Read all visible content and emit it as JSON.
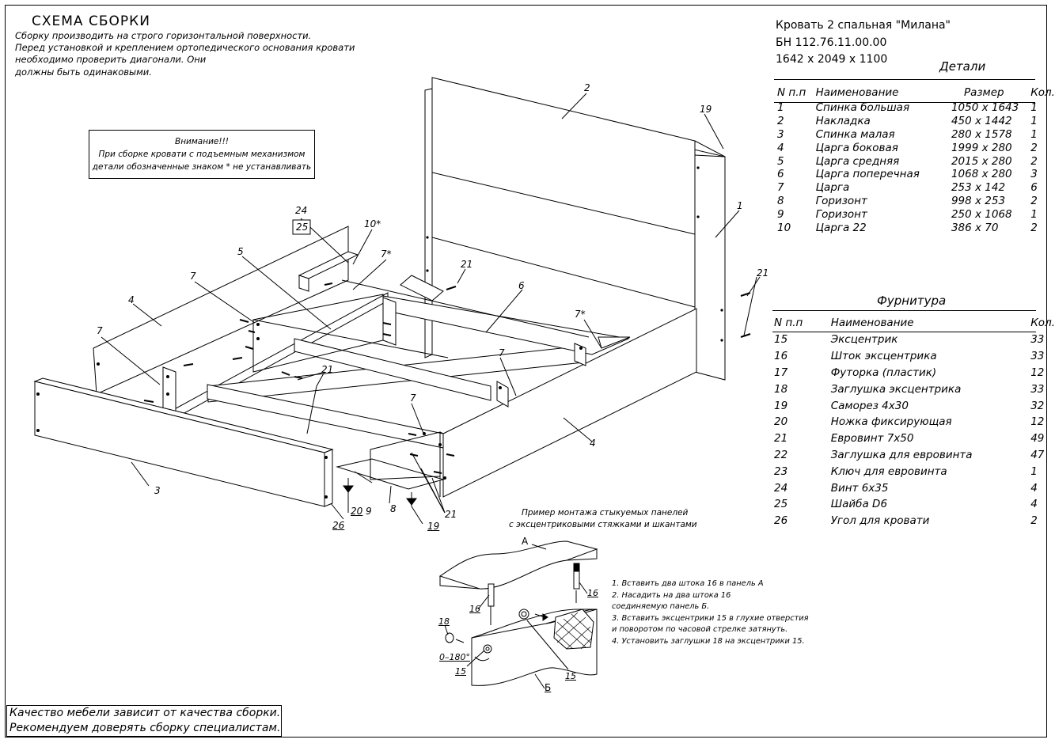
{
  "header": {
    "title": "СХЕМА СБОРКИ",
    "notes": [
      "Сборку производить на строго горизонтальной поверхности.",
      "Перед установкой и креплением ортопедического основания кровати",
      "необходимо проверить диагонали. Они",
      "должны быть одинаковыми."
    ]
  },
  "warning": {
    "title": "Внимание!!!",
    "line1": "При сборке кровати с подъемным механизмом",
    "line2": "детали обозначенные знаком * не устанавливать"
  },
  "product": {
    "name": "Кровать 2 спальная \"Милана\"",
    "code": "БН 112.76.11.00.00",
    "dimensions": "1642 x 2049 x 1100"
  },
  "parts_table": {
    "title": "Детали",
    "headers": [
      "N п.п",
      "Наименование",
      "Размер",
      "Кол."
    ],
    "rows": [
      [
        "1",
        "Спинка большая",
        "1050 x 1643",
        "1"
      ],
      [
        "2",
        "Накладка",
        "450 x 1442",
        "1"
      ],
      [
        "3",
        "Спинка малая",
        "280 x 1578",
        "1"
      ],
      [
        "4",
        "Царга боковая",
        "1999 x 280",
        "2"
      ],
      [
        "5",
        "Царга средняя",
        "2015 x 280",
        "2"
      ],
      [
        "6",
        "Царга поперечная",
        "1068 x 280",
        "3"
      ],
      [
        "7",
        "Царга",
        "253 x 142",
        "6"
      ],
      [
        "8",
        "Горизонт",
        "998 x 253",
        "2"
      ],
      [
        "9",
        "Горизонт",
        "250 x 1068",
        "1"
      ],
      [
        "10",
        "Царга 22",
        "386 x 70",
        "2"
      ]
    ]
  },
  "hardware_table": {
    "title": "Фурнитура",
    "headers": [
      "N п.п",
      "Наименование",
      "Кол."
    ],
    "rows": [
      [
        "15",
        "Эксцентрик",
        "33"
      ],
      [
        "16",
        "Шток эксцентрика",
        "33"
      ],
      [
        "17",
        "Футорка (пластик)",
        "12"
      ],
      [
        "18",
        "Заглушка эксцентрика",
        "33"
      ],
      [
        "19",
        "Саморез 4х30",
        "32"
      ],
      [
        "20",
        "Ножка фиксирующая",
        "12"
      ],
      [
        "21",
        "Евровинт 7х50",
        "49"
      ],
      [
        "22",
        "Заглушка для евровинта",
        "47"
      ],
      [
        "23",
        "Ключ для евровинта",
        "1"
      ],
      [
        "24",
        "Винт 6х35",
        "4"
      ],
      [
        "25",
        "Шайба D6",
        "4"
      ],
      [
        "26",
        "Угол для кровати",
        "2"
      ]
    ]
  },
  "example": {
    "caption1": "Пример монтажа стыкуемых панелей",
    "caption2": "с эксцентриковыми стяжками и шкантами",
    "steps": [
      "1. Вставить два штока 16 в панель А",
      "2. Насадить на два штока 16",
      "    соединяемую панель Б.",
      "3. Вставить эксцентрики 15 в глухие отверстия",
      "    и поворотом по часовой стрелке затянуть.",
      "4. Установить заглушки 18 на эксцентрики 15."
    ],
    "labels": {
      "a": "А",
      "b": "Б",
      "l16a": "16",
      "l16b": "16",
      "l18": "18",
      "l15a": "15",
      "l15b": "15",
      "angle": "0–180°"
    }
  },
  "callouts": {
    "c1": "1",
    "c2": "2",
    "c3": "3",
    "c4a": "4",
    "c4b": "4",
    "c5": "5",
    "c6": "6",
    "c7a": "7",
    "c7b": "7",
    "c7c": "7",
    "c7d": "7",
    "c7s1": "7*",
    "c7s2": "7*",
    "c8": "8",
    "c9": "9",
    "c10": "10*",
    "c19a": "19",
    "c19b": "19",
    "c20": "20",
    "c21a": "21",
    "c21b": "21",
    "c21c": "21",
    "c21d": "21",
    "c24": "24",
    "c25": "25",
    "c26": "26"
  },
  "footer": {
    "line1": "Качество мебели зависит от качества сборки.",
    "line2": "Рекомендуем доверять сборку специалистам."
  }
}
